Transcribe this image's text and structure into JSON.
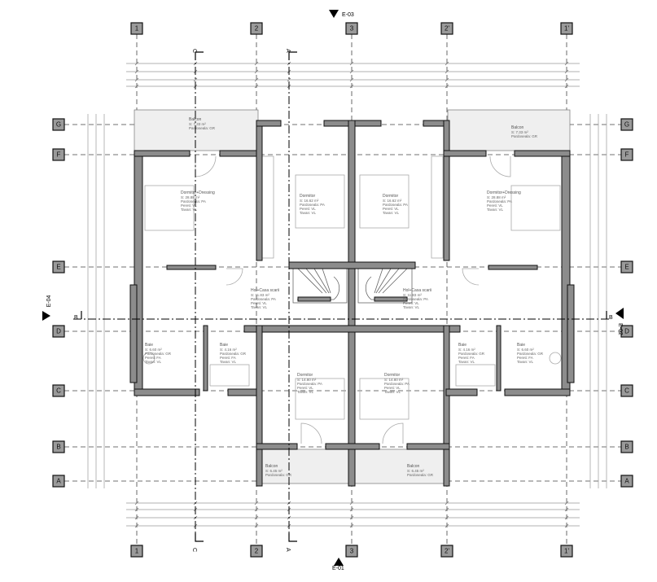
{
  "columns": [
    "1",
    "2",
    "3",
    "2'",
    "1'"
  ],
  "rows": [
    "G",
    "F",
    "E",
    "D",
    "C",
    "B",
    "A"
  ],
  "sections": {
    "vertical": [
      "C",
      "A"
    ],
    "horizontal": [
      "B"
    ]
  },
  "elevations": {
    "top": "E-03",
    "bottom": "E-01",
    "left": "E-04",
    "right": "E-02"
  },
  "rooms": [
    {
      "name": "Balcon",
      "area": "S: 7.33 m²",
      "floor": "Pardoseala: GR"
    },
    {
      "name": "Balcon",
      "area": "S: 7.33 m²",
      "floor": "Pardoseala: GR"
    },
    {
      "name": "Dormitor+Dressing",
      "area": "S: 28.88 m²",
      "floor": "Pardoseala: PA",
      "walls": "Pereti: VL",
      "ceiling": "Tavan: VL"
    },
    {
      "name": "Dormitor",
      "area": "S: 16.62 m²",
      "floor": "Pardoseala: PA",
      "walls": "Pereti: VL",
      "ceiling": "Tavan: VL"
    },
    {
      "name": "Dormitor",
      "area": "S: 16.62 m²",
      "floor": "Pardoseala: PA",
      "walls": "Pereti: VL",
      "ceiling": "Tavan: VL"
    },
    {
      "name": "Dormitor+Dressing",
      "area": "S: 28.88 m²",
      "floor": "Pardoseala: PA",
      "walls": "Pereti: VL",
      "ceiling": "Tavan: VL"
    },
    {
      "name": "Hol+Casa scarii",
      "area": "S: 11.83 m²",
      "floor": "Pardoseala: PA",
      "walls": "Pereti: VL",
      "ceiling": "Tavan: VL"
    },
    {
      "name": "Hol+Casa scarii",
      "area": "S: 11.83 m²",
      "floor": "Pardoseala: PA",
      "walls": "Pereti: VL",
      "ceiling": "Tavan: VL"
    },
    {
      "name": "Baie",
      "area": "S: 6.60 m²",
      "floor": "Pardoseala: GR",
      "walls": "Pereti: FA",
      "ceiling": "Tavan: VL"
    },
    {
      "name": "Baie",
      "area": "S: 4.16 m²",
      "floor": "Pardoseala: GR",
      "walls": "Pereti: FA",
      "ceiling": "Tavan: VL"
    },
    {
      "name": "Baie",
      "area": "S: 4.16 m²",
      "floor": "Pardoseala: GR",
      "walls": "Pereti: FA",
      "ceiling": "Tavan: VL"
    },
    {
      "name": "Baie",
      "area": "S: 6.60 m²",
      "floor": "Pardoseala: GR",
      "walls": "Pereti: FA",
      "ceiling": "Tavan: VL"
    },
    {
      "name": "Dormitor",
      "area": "S: 14.80 m²",
      "floor": "Pardoseala: PA",
      "walls": "Pereti: VL",
      "ceiling": "Tavan: VL"
    },
    {
      "name": "Dormitor",
      "area": "S: 14.80 m²",
      "floor": "Pardoseala: PA",
      "walls": "Pereti: VL",
      "ceiling": "Tavan: VL"
    },
    {
      "name": "Balcon",
      "area": "S: 6.45 m²",
      "floor": "Pardoseala: GR"
    },
    {
      "name": "Balcon",
      "area": "S: 6.45 m²",
      "floor": "Pardoseala: GR"
    }
  ]
}
